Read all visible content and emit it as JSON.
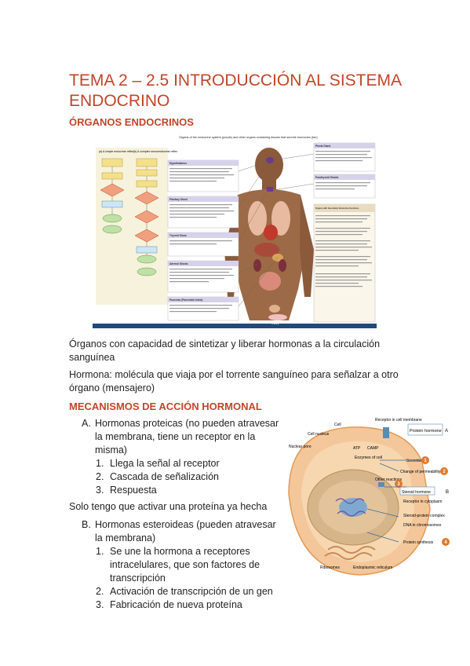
{
  "title": "TEMA 2 – 2.5 INTRODUCCIÓN AL SISTEMA ENDOCRINO",
  "section1": "ÓRGANOS ENDOCRINOS",
  "figure1": {
    "heading": "Organs of the endocrine system (purple) and other organs containing tissues that secrete hormones (tan)",
    "flow_a": "(a) A simple endocrine reflex",
    "flow_b": "(b) A complex neuroendocrine reflex",
    "labels_left": [
      {
        "name": "Hypothalamus",
        "text": "Secretes hormones involved with fluid balance, smooth muscle contraction, and the control of hormone secretion by the anterior pituitary gland"
      },
      {
        "name": "Pituitary Gland",
        "text": "Secretes multiple hormones that regulate the endocrine activities of the adrenal cortex, thyroid gland, and reproductive organs, and a hormone that stimulates melanin production"
      },
      {
        "name": "Thyroid Gland",
        "text": "Secretes hormones that affect metabolic rate and calcium levels in body fluids"
      },
      {
        "name": "Adrenal Glands",
        "text": "Secrete hormones involved with mineral balance, metabolic control, and resistance to stress; the adrenal medullae release E and NE during sympathetic activation"
      },
      {
        "name": "Pancreas (Pancreatic Islets)",
        "text": "Secretes hormones regulating the rate of glucose uptake and utilization by body tissues"
      }
    ],
    "labels_right": [
      {
        "name": "Pineal Gland",
        "text": "Secretes melatonin, which affects reproductive function and helps establish circadian (day/night) rhythms"
      },
      {
        "name": "Parathyroid Glands",
        "text": "Secrete a hormone important to the regulation of calcium ion concentrations in body fluids"
      },
      {
        "name": "Organs with Secondary Endocrine Functions",
        "text": "Heart: Secretes hormones involved in the regulation of blood volume. Thymus: Secretes hormones involved in the stimulation and coordination of the immune response. Digestive Tract: Secretes numerous hormones involved in the coordination of system functions, glucose metabolism, and appetite. Kidneys: Secrete hormones that regulate blood cell production and the rates of calcium and phosphate absorption by the intestinal tract. Gonads: Secrete hormones affecting growth, metabolism, and sexual characteristics, as well as hormones coordinating the activities of organs in the reproductive system"
      }
    ],
    "testes": "Testes",
    "ovary": "Ovary"
  },
  "para1": "Órganos con capacidad de sintetizar y liberar hormonas a la circulación sanguínea",
  "para2": "Hormona: molécula que viaja por el torrente sanguíneo para señalzar a otro órgano (mensajero)",
  "section2": "MECANISMOS DE ACCIÓN HORMONAL",
  "listA": {
    "marker": "A.",
    "text": "Hormonas proteicas (no pueden atravesar la membrana, tiene un receptor en la misma)",
    "items": [
      "Llega la señal al receptor",
      "Cascada de señalización",
      "Respuesta"
    ]
  },
  "note": "Solo tengo que activar una proteína ya hecha",
  "listB": {
    "marker": "B.",
    "text": "Hormonas esteroideas (pueden atravesar la membrana)",
    "items": [
      "Se une la hormona a receptores intracelulares, que son factores de transcripción",
      "Activación de transcripción de un gen",
      "Fabricación de nueva proteína"
    ]
  },
  "figure2": {
    "cell": "Cell",
    "receptor_membrane": "Receptor in cell membrane",
    "cell_nucleus": "Cell nucleus",
    "nuclear_pore": "Nuclear pore",
    "protein_hormone": "Protein hormone",
    "label_a": "A",
    "atp": "ATP",
    "camp": "CAMP",
    "enzymes": "Enzymes of cell",
    "secretion": "Secretion",
    "change_perm": "Change of permeability",
    "other_reactions": "Other reactions",
    "steroid_hormone": "Steroid hormone",
    "label_b": "B",
    "receptor_cyto": "Receptor in cytoplasm",
    "steroid_complex": "Steroid-protein complex",
    "dna": "DNA in chromosomes",
    "protein_synthesis": "Protein synthesis",
    "ribosomes": "Ribosomes",
    "er": "Endoplasmic reticulum",
    "n1": "1",
    "n2": "2",
    "n3": "3",
    "n4": "4"
  }
}
